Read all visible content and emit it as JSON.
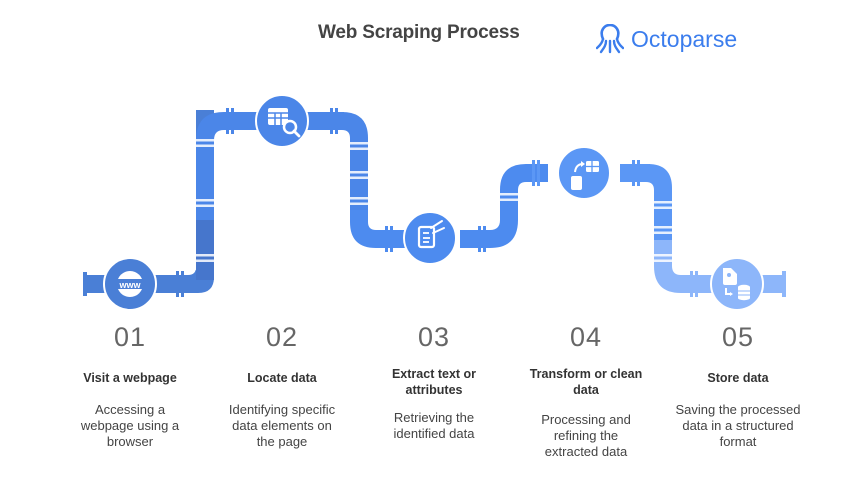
{
  "header": {
    "title": "Web Scraping Process",
    "brand": "Octoparse",
    "brand_icon": "octopus-icon",
    "brand_color": "#3b7ded"
  },
  "colors": {
    "pipe_dark": "#4a7fd6",
    "pipe_mid": "#4b86e8",
    "pipe_bright": "#5b97f5",
    "pipe_light": "#8db6fa",
    "text_dark": "#333333"
  },
  "steps": [
    {
      "number": "01",
      "title": "Visit a webpage",
      "description": "Accessing a webpage using a browser",
      "icon": "www-globe-icon"
    },
    {
      "number": "02",
      "title": "Locate data",
      "description": "Identifying specific data elements on the page",
      "icon": "table-search-icon"
    },
    {
      "number": "03",
      "title": "Extract text or attributes",
      "description": "Retrieving the identified data",
      "icon": "document-extract-icon"
    },
    {
      "number": "04",
      "title": "Transform or clean data",
      "description": "Processing and refining the extracted data",
      "icon": "transform-data-icon"
    },
    {
      "number": "05",
      "title": "Store data",
      "description": "Saving the processed data in a structured format",
      "icon": "database-store-icon"
    }
  ]
}
